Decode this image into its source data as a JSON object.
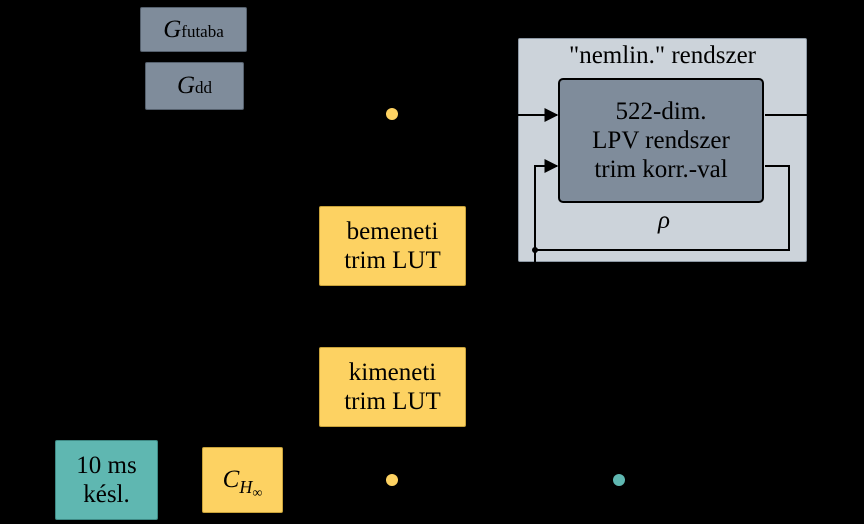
{
  "blocks": {
    "g_futaba": {
      "symbol": "G",
      "subscript": "futaba"
    },
    "g_dd": {
      "symbol": "G",
      "subscript": "dd"
    },
    "nonlinear_system": {
      "title": "\"nemlin.\" rendszer"
    },
    "lpv_system": {
      "line1": "522-dim.",
      "line2": "LPV rendszer",
      "line3": "trim korr.-val"
    },
    "rho_label": "ρ",
    "input_trim_lut": {
      "line1": "bemeneti",
      "line2": "trim LUT"
    },
    "output_trim_lut": {
      "line1": "kimeneti",
      "line2": "trim LUT"
    },
    "delay": {
      "line1": "10 ms",
      "line2": "késl."
    },
    "controller": {
      "symbol": "C",
      "subscript": "H",
      "subsub": "∞"
    }
  },
  "colors": {
    "background": "#000000",
    "gray_block": "#7f8c9b",
    "system_frame": "#ccd3da",
    "lpv_block": "#7f8c9b",
    "yellow_block": "#fdd262",
    "teal_block": "#5fb7b1",
    "dot_yellow": "#fdd262",
    "dot_teal": "#5fb7b1"
  }
}
